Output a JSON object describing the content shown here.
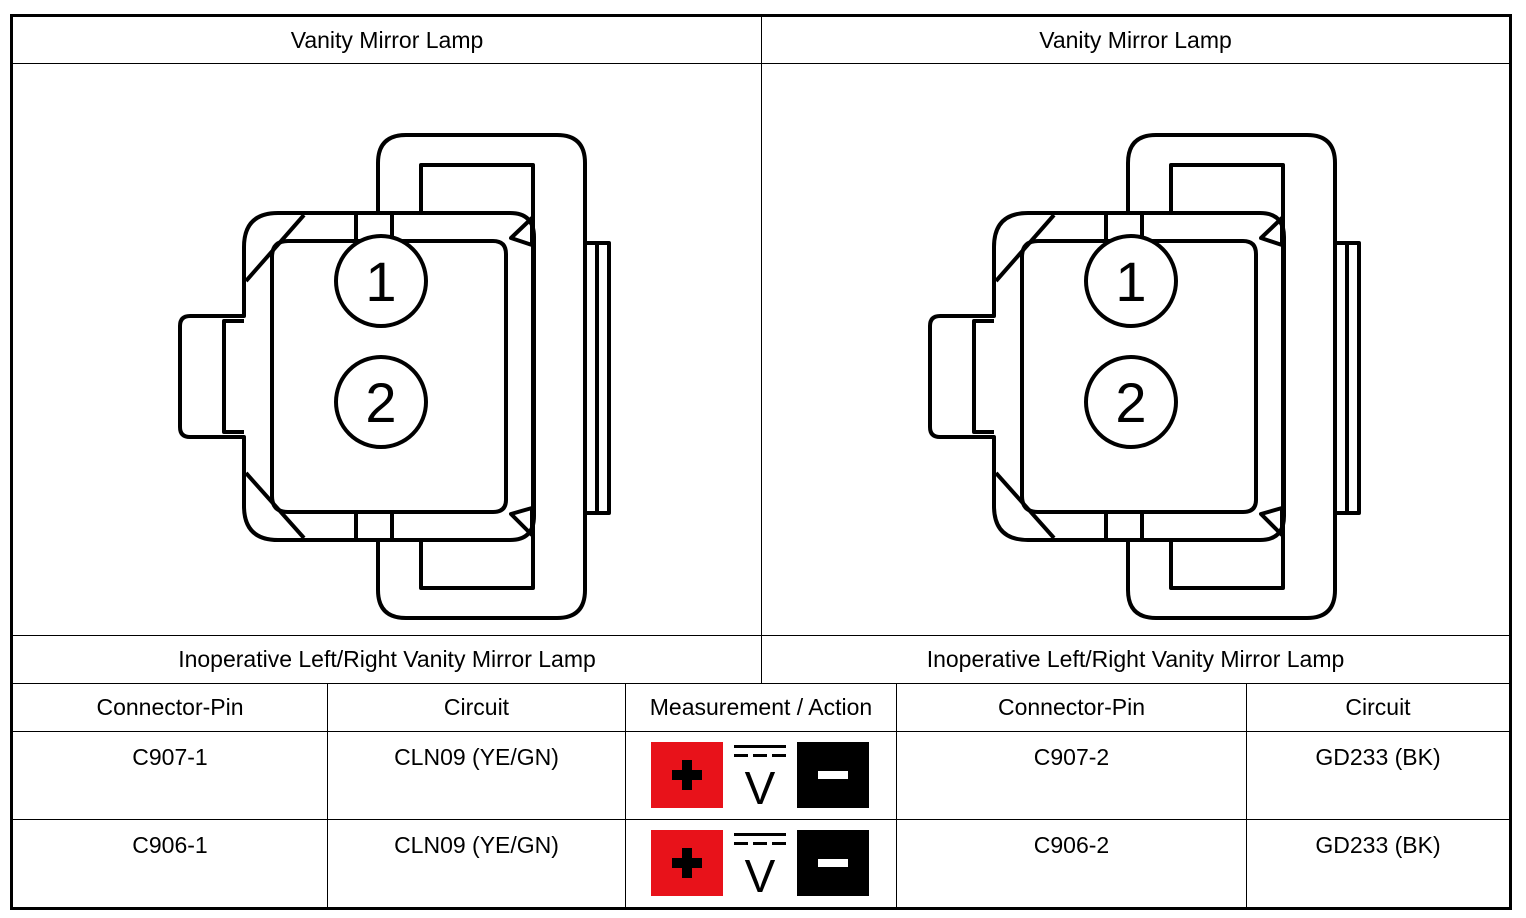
{
  "connectors": [
    {
      "title": "Vanity Mirror Lamp",
      "pins": [
        "1",
        "2"
      ]
    },
    {
      "title": "Vanity Mirror Lamp",
      "pins": [
        "1",
        "2"
      ]
    }
  ],
  "symptoms": [
    "Inoperative Left/Right Vanity Mirror Lamp",
    "Inoperative Left/Right Vanity Mirror Lamp"
  ],
  "table": {
    "headers": [
      "Connector-Pin",
      "Circuit",
      "Measurement / Action",
      "Connector-Pin",
      "Circuit"
    ],
    "rows": [
      {
        "pin_a": "C907-1",
        "circuit_a": "CLN09 (YE/GN)",
        "measurement": "DC voltage",
        "pin_b": "C907-2",
        "circuit_b": "GD233 (BK)"
      },
      {
        "pin_a": "C906-1",
        "circuit_a": "CLN09 (YE/GN)",
        "measurement": "DC voltage",
        "pin_b": "C906-2",
        "circuit_b": "GD233 (BK)"
      }
    ]
  },
  "colors": {
    "positive_lead": "#e8121a",
    "negative_lead": "#000000"
  },
  "icons": {
    "positive": "plus-icon",
    "negative": "minus-icon",
    "meter": "dc-voltage-icon"
  }
}
